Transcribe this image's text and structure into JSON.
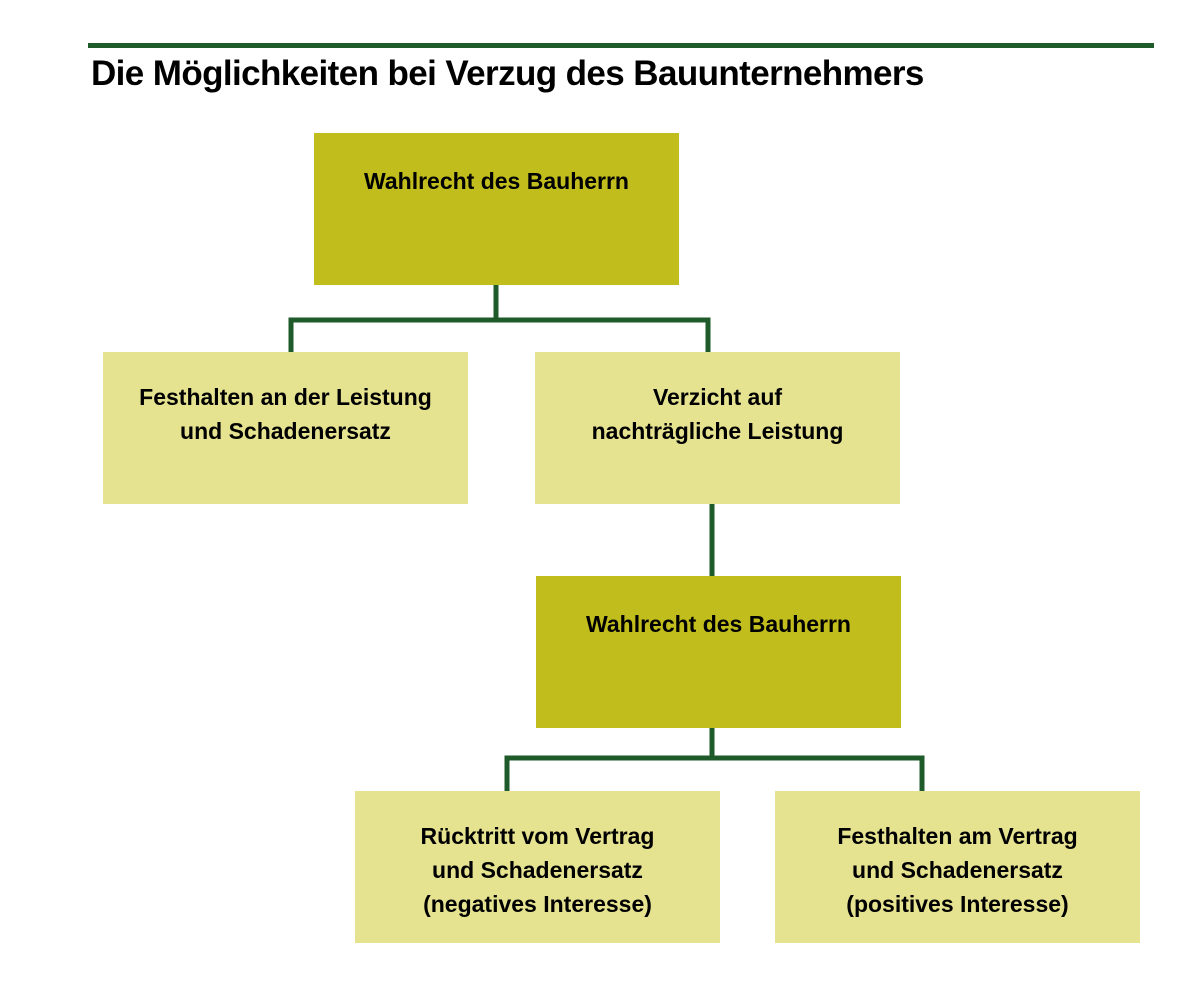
{
  "title": "Die Möglichkeiten bei Verzug des Bauunternehmers",
  "colors": {
    "rule_and_connectors": "#1f5a2a",
    "primary_box": "#c0bd1c",
    "secondary_box": "#e5e290",
    "text": "#000000",
    "background": "#ffffff"
  },
  "nodes": {
    "root": {
      "label": "Wahlrecht des Bauherrn"
    },
    "left": {
      "lines": [
        "Festhalten an der Leistung",
        "und Schadenersatz"
      ]
    },
    "right": {
      "lines": [
        "Verzicht auf",
        "nachträgliche Leistung"
      ]
    },
    "mid": {
      "label": "Wahlrecht des Bauherrn"
    },
    "bottom_left": {
      "lines": [
        "Rücktritt vom Vertrag",
        "und Schadenersatz",
        "(negatives Interesse)"
      ]
    },
    "bottom_right": {
      "lines": [
        "Festhalten am Vertrag",
        "und Schadenersatz",
        "(positives Interesse)"
      ]
    }
  }
}
